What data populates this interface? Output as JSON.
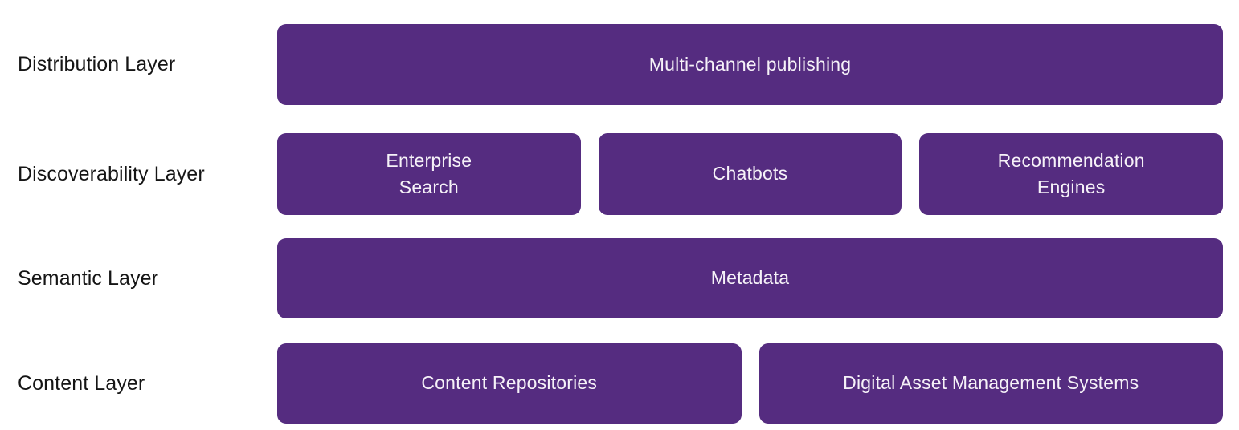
{
  "theme": {
    "box_color": "#552C80",
    "box_text_color": "#F6F2F8",
    "label_text_color": "#151515",
    "background": "#FFFFFF"
  },
  "diagram": {
    "type": "layered-architecture-stack",
    "rows": [
      {
        "label": "Distribution Layer",
        "boxes": [
          {
            "text": "Multi-channel publishing"
          }
        ]
      },
      {
        "label": "Discoverability Layer",
        "boxes": [
          {
            "text": "Enterprise\nSearch"
          },
          {
            "text": "Chatbots"
          },
          {
            "text": "Recommendation\nEngines"
          }
        ]
      },
      {
        "label": "Semantic Layer",
        "boxes": [
          {
            "text": "Metadata"
          }
        ]
      },
      {
        "label": "Content Layer",
        "boxes": [
          {
            "text": "Content Repositories"
          },
          {
            "text": "Digital Asset Management Systems"
          }
        ]
      }
    ]
  }
}
